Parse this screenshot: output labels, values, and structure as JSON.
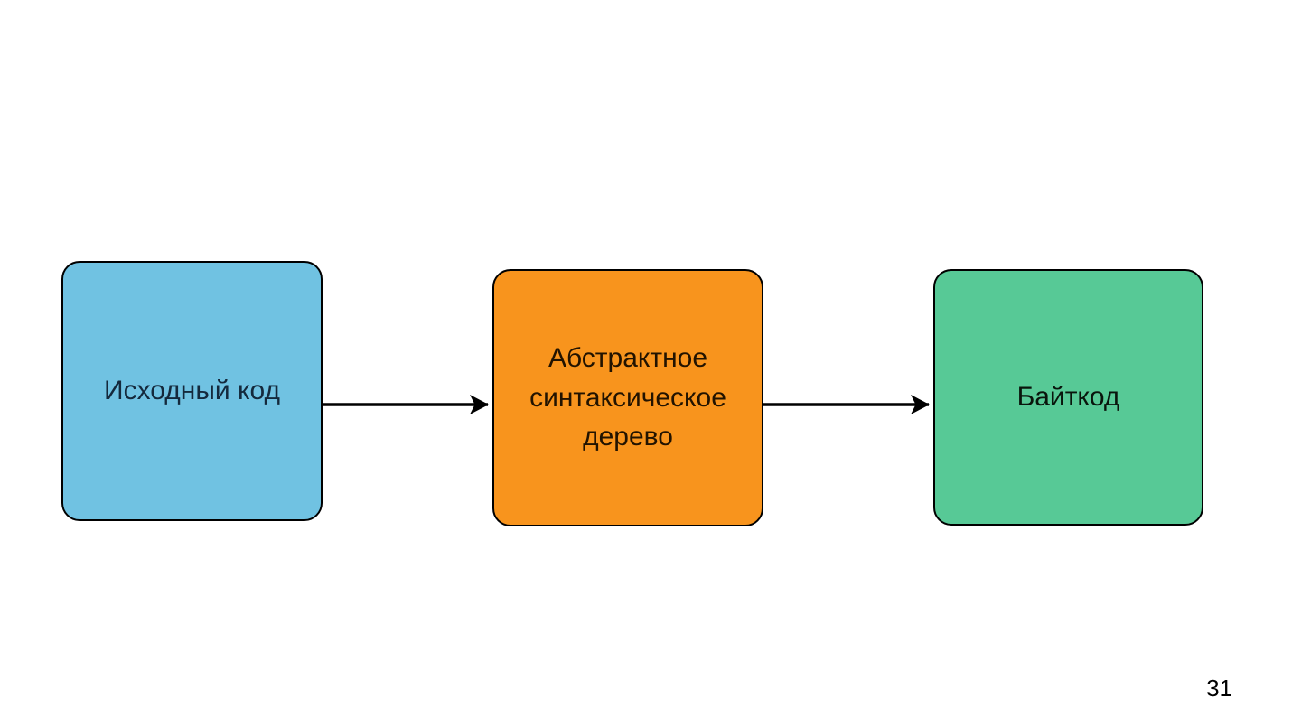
{
  "slide": {
    "background": "#ffffff",
    "page_number": "31"
  },
  "diagram": {
    "type": "flow",
    "connector_color": "#000000",
    "nodes": [
      {
        "id": "source-code",
        "label": "Исходный код",
        "fill": "#70C2E2",
        "text_color": "#14293C",
        "border_color": "#000000"
      },
      {
        "id": "ast",
        "label": "Абстрактное синтаксическое дерево",
        "fill": "#F8941D",
        "text_color": "#221300",
        "border_color": "#000000"
      },
      {
        "id": "bytecode",
        "label": "Байткод",
        "fill": "#57C996",
        "text_color": "#09150C",
        "border_color": "#000000"
      }
    ],
    "connectors": [
      {
        "from": "source-code",
        "to": "ast"
      },
      {
        "from": "ast",
        "to": "bytecode"
      }
    ]
  }
}
